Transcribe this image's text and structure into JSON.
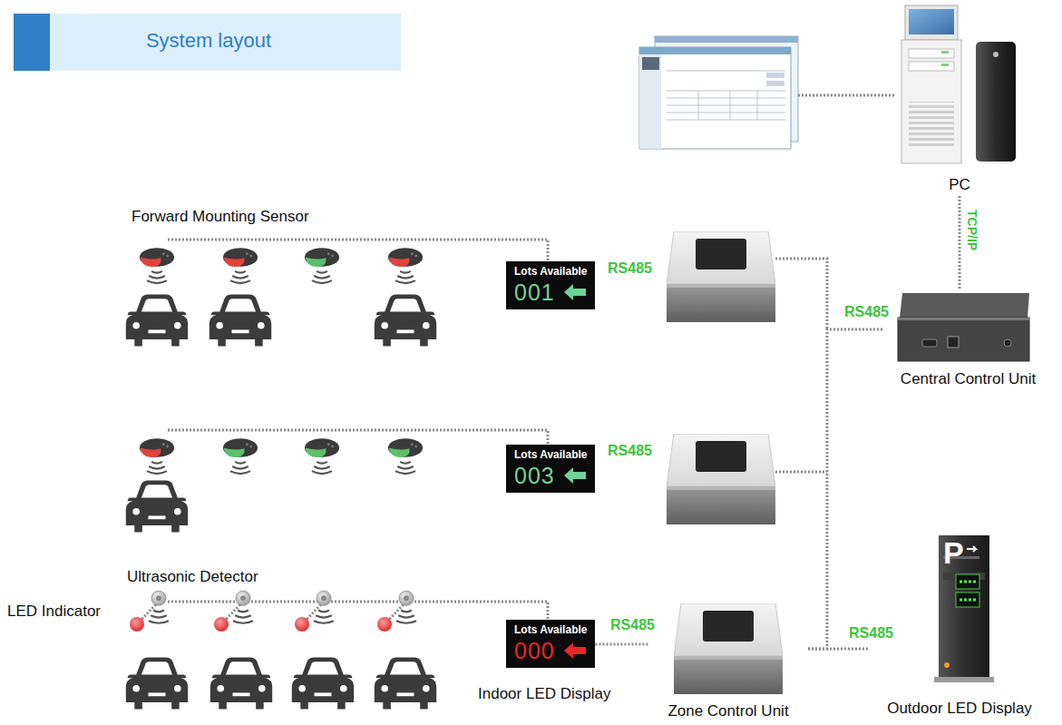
{
  "diagram": {
    "title": "System layout",
    "nodes": [
      {
        "text": [
          "PC"
        ]
      },
      {
        "text": [
          "Lots Available",
          "001"
        ]
      },
      {
        "text": [
          "Central Control Unit"
        ]
      },
      {
        "text": [
          "Lots Available",
          "003"
        ]
      },
      {
        "text": [
          "Lots Available",
          "000"
        ]
      },
      {
        "text": [
          "Zone Control Unit"
        ]
      },
      {
        "text": [
          "Outdoor LED Display"
        ]
      }
    ],
    "edges": [
      {
        "from": 2,
        "to": 0,
        "arrow": "none",
        "label": "TCP/IP"
      },
      {
        "from": 4,
        "to": 5,
        "arrow": "none",
        "label": "RS485"
      },
      {
        "from": 5,
        "to": 2,
        "arrow": "none",
        "label": "RS485"
      },
      {
        "from": 5,
        "to": 6,
        "arrow": "none",
        "label": "RS485"
      }
    ],
    "labels": [
      "Forward Mounting Sensor",
      "RS485",
      "RS485",
      "Ultrasonic Detector",
      "LED Indicator",
      "Indoor LED Display",
      "P"
    ]
  }
}
